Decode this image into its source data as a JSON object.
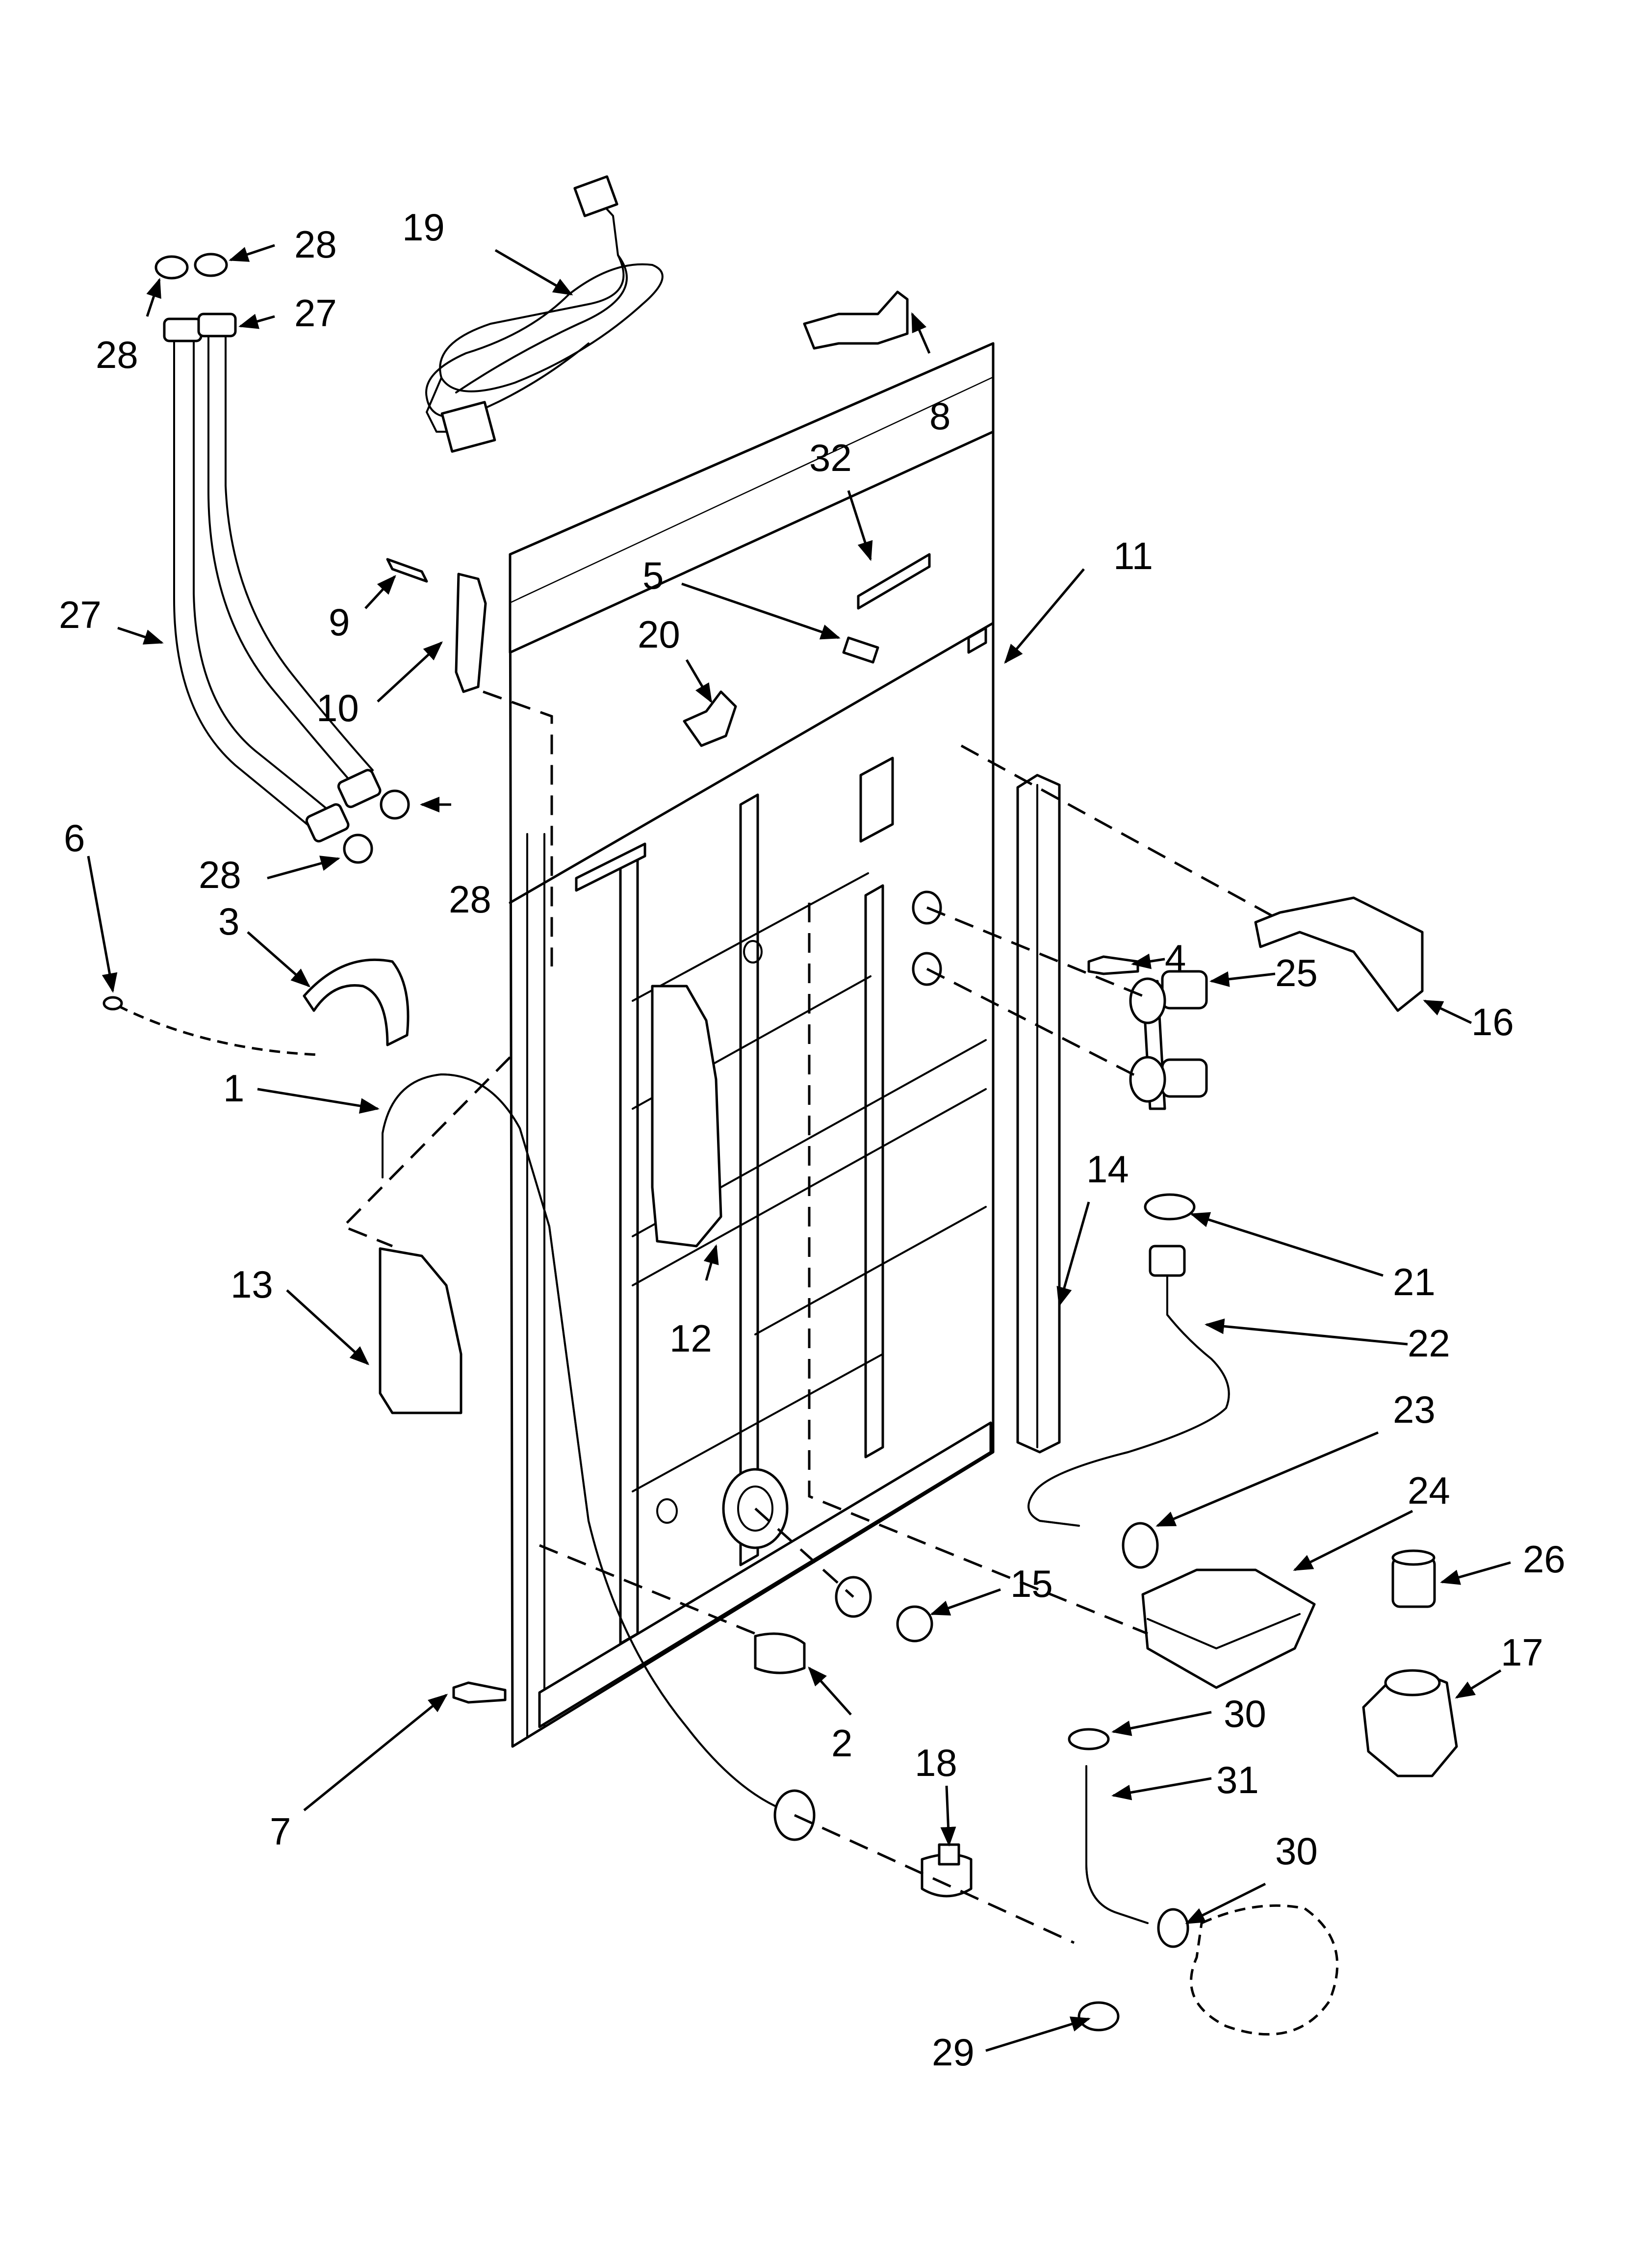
{
  "labels": {
    "n1": "1",
    "n2": "2",
    "n3": "3",
    "n4": "4",
    "n5": "5",
    "n6": "6",
    "n7": "7",
    "n8": "8",
    "n9": "9",
    "n10": "10",
    "n11": "11",
    "n12": "12",
    "n13": "13",
    "n14": "14",
    "n15": "15",
    "n16": "16",
    "n17": "17",
    "n18": "18",
    "n19": "19",
    "n20": "20",
    "n21": "21",
    "n22": "22",
    "n23": "23",
    "n24": "24",
    "n25": "25",
    "n26": "26",
    "n27a": "27",
    "n27b": "27",
    "n28a": "28",
    "n28b": "28",
    "n28c": "28",
    "n28d": "28",
    "n29": "29",
    "n30a": "30",
    "n30b": "30",
    "n31": "31",
    "n32": "32"
  }
}
